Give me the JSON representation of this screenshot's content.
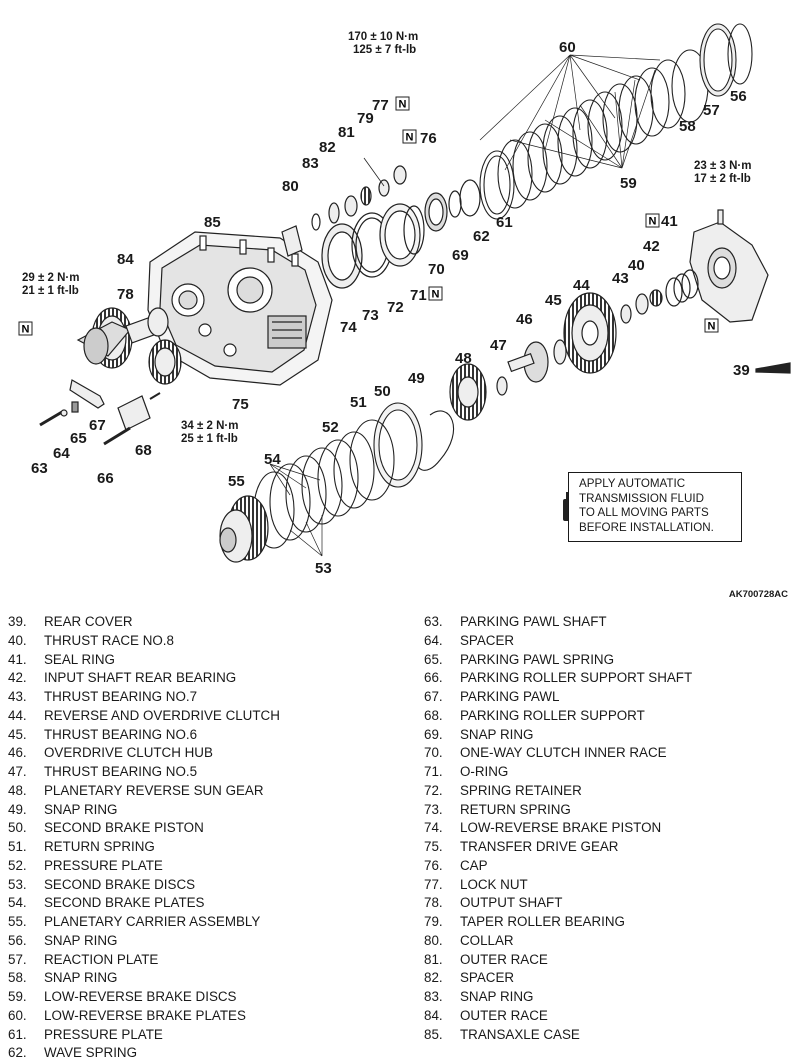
{
  "diagram": {
    "figure_id": "AK700728AC",
    "apply_note": "APPLY AUTOMATIC\nTRANSMISSION FLUID\nTO ALL MOVING PARTS\nBEFORE INSTALLATION.",
    "torque_specs": {
      "t77": [
        "170 ± 10 N·m",
        "125 ± 7 ft-lb"
      ],
      "t39": [
        "23 ± 3 N·m",
        "17 ± 2 ft-lb"
      ],
      "t78": [
        "29 ± 2 N·m",
        "21 ± 1 ft-lb"
      ],
      "t75": [
        "34 ± 2 N·m",
        "25 ± 1 ft-lb"
      ]
    },
    "new_part_mark": "N",
    "callouts": {
      "c39": "39",
      "c40": "40",
      "c41": "41",
      "c42": "42",
      "c43": "43",
      "c44": "44",
      "c45": "45",
      "c46": "46",
      "c47": "47",
      "c48": "48",
      "c49": "49",
      "c50": "50",
      "c51": "51",
      "c52": "52",
      "c53": "53",
      "c54": "54",
      "c55": "55",
      "c56": "56",
      "c57": "57",
      "c58": "58",
      "c59": "59",
      "c60": "60",
      "c61": "61",
      "c62": "62",
      "c63": "63",
      "c64": "64",
      "c65": "65",
      "c66": "66",
      "c67": "67",
      "c68": "68",
      "c69": "69",
      "c70": "70",
      "c71": "71",
      "c72": "72",
      "c73": "73",
      "c74": "74",
      "c75": "75",
      "c76": "76",
      "c77": "77",
      "c78": "78",
      "c79": "79",
      "c80": "80",
      "c81": "81",
      "c82": "82",
      "c83": "83",
      "c84": "84",
      "c85": "85"
    }
  },
  "legend_left": [
    {
      "num": "39.",
      "name": "REAR COVER"
    },
    {
      "num": "40.",
      "name": "THRUST RACE NO.8"
    },
    {
      "num": "41.",
      "name": "SEAL RING"
    },
    {
      "num": "42.",
      "name": "INPUT SHAFT REAR BEARING"
    },
    {
      "num": "43.",
      "name": "THRUST BEARING NO.7"
    },
    {
      "num": "44.",
      "name": "REVERSE AND OVERDRIVE CLUTCH"
    },
    {
      "num": "45.",
      "name": "THRUST BEARING NO.6"
    },
    {
      "num": "46.",
      "name": "OVERDRIVE CLUTCH HUB"
    },
    {
      "num": "47.",
      "name": "THRUST BEARING NO.5"
    },
    {
      "num": "48.",
      "name": "PLANETARY REVERSE SUN GEAR"
    },
    {
      "num": "49.",
      "name": "SNAP RING"
    },
    {
      "num": "50.",
      "name": "SECOND BRAKE PISTON"
    },
    {
      "num": "51.",
      "name": "RETURN SPRING"
    },
    {
      "num": "52.",
      "name": "PRESSURE PLATE"
    },
    {
      "num": "53.",
      "name": "SECOND BRAKE DISCS"
    },
    {
      "num": "54.",
      "name": "SECOND BRAKE PLATES"
    },
    {
      "num": "55.",
      "name": "PLANETARY CARRIER ASSEMBLY"
    },
    {
      "num": "56.",
      "name": "SNAP RING"
    },
    {
      "num": "57.",
      "name": "REACTION PLATE"
    },
    {
      "num": "58.",
      "name": "SNAP RING"
    },
    {
      "num": "59.",
      "name": "LOW-REVERSE BRAKE DISCS"
    },
    {
      "num": "60.",
      "name": "LOW-REVERSE BRAKE PLATES"
    },
    {
      "num": "61.",
      "name": "PRESSURE PLATE"
    },
    {
      "num": "62.",
      "name": "WAVE SPRING"
    }
  ],
  "legend_right": [
    {
      "num": "63.",
      "name": "PARKING PAWL SHAFT"
    },
    {
      "num": "64.",
      "name": "SPACER"
    },
    {
      "num": "65.",
      "name": "PARKING PAWL SPRING"
    },
    {
      "num": "66.",
      "name": "PARKING ROLLER SUPPORT SHAFT"
    },
    {
      "num": "67.",
      "name": "PARKING PAWL"
    },
    {
      "num": "68.",
      "name": "PARKING ROLLER SUPPORT"
    },
    {
      "num": "69.",
      "name": "SNAP RING"
    },
    {
      "num": "70.",
      "name": "ONE-WAY CLUTCH INNER RACE"
    },
    {
      "num": "71.",
      "name": "O-RING"
    },
    {
      "num": "72.",
      "name": "SPRING RETAINER"
    },
    {
      "num": "73.",
      "name": "RETURN SPRING"
    },
    {
      "num": "74.",
      "name": "LOW-REVERSE BRAKE PISTON"
    },
    {
      "num": "75.",
      "name": "TRANSFER DRIVE GEAR"
    },
    {
      "num": "76.",
      "name": "CAP"
    },
    {
      "num": "77.",
      "name": "LOCK NUT"
    },
    {
      "num": "78.",
      "name": "OUTPUT SHAFT"
    },
    {
      "num": "79.",
      "name": "TAPER ROLLER BEARING"
    },
    {
      "num": "80.",
      "name": "COLLAR"
    },
    {
      "num": "81.",
      "name": "OUTER RACE"
    },
    {
      "num": "82.",
      "name": "SPACER"
    },
    {
      "num": "83.",
      "name": "SNAP RING"
    },
    {
      "num": "84.",
      "name": "OUTER RACE"
    },
    {
      "num": "85.",
      "name": "TRANSAXLE CASE"
    }
  ]
}
